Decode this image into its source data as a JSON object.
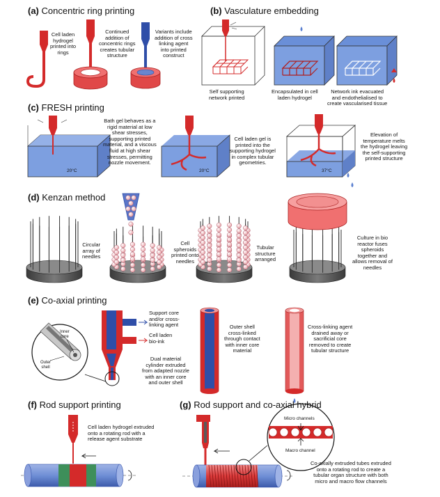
{
  "panels": {
    "a": {
      "label": "(a)",
      "title": "Concentric ring printing",
      "captions": [
        [
          "Cell laden",
          "hydrogel",
          "printed into",
          "rings"
        ],
        [
          "Continued",
          "addition of",
          "concentric rings",
          "creates tubular",
          "structure"
        ],
        [
          "Variants include",
          "addition of cross",
          "linking agent",
          "into printed",
          "construct"
        ]
      ]
    },
    "b": {
      "label": "(b)",
      "title": "Vasculature embedding",
      "captions": [
        [
          "Self supporting",
          "network printed"
        ],
        [
          "Encapsulated in cell",
          "laden hydrogel"
        ],
        [
          "Network ink evacuated",
          "and endothelialised to",
          "create vascularised tissue"
        ]
      ]
    },
    "c": {
      "label": "(c)",
      "title": "FRESH  printing",
      "captions": [
        [
          "Bath gel behaves as a",
          "rigid material at low",
          "shear stresses,",
          "supporting printed",
          "material, and a viscous",
          "fluid at high shear",
          "stresses, permitting",
          "nozzle movement."
        ],
        [
          "Cell laden gel is",
          "printed into the",
          "supporting hydrogel",
          "in complex tubular",
          "geometries."
        ],
        [
          "Elevation of",
          "temperature melts",
          "the hydrogel leaving",
          "the self-supporting",
          "printed structure"
        ]
      ],
      "temps": [
        "20°C",
        "20°C",
        "37°C"
      ]
    },
    "d": {
      "label": "(d)",
      "title": "Kenzan method",
      "captions": [
        [
          "Circular",
          "array of",
          "needles"
        ],
        [
          "Cell",
          "spheroids",
          "printed onto",
          "needles"
        ],
        [
          "Tubular",
          "structure",
          "arranged"
        ],
        [
          "Culture in bio",
          "reactor fuses",
          "spheroids",
          "together and",
          "allows removal of",
          "needles"
        ]
      ]
    },
    "e": {
      "label": "(e)",
      "title": "Co-axial printing",
      "captions": [
        [
          "Support core",
          "and/or cross-",
          "linking agent"
        ],
        [
          "Cell laden",
          "bio-ink"
        ],
        [
          "Dual material",
          "cylinder extruded",
          "from adapted nozzle",
          "with an inner core",
          "and outer shell"
        ],
        [
          "Outer shell",
          "cross-linked",
          "through contact",
          "with inner core",
          "material"
        ],
        [
          "Cross-linking agent",
          "drained away or",
          "sacrificial core",
          "removed to create",
          "tubular structure"
        ]
      ],
      "inset_labels": [
        "Inner",
        "core",
        "Outer",
        "shell"
      ]
    },
    "f": {
      "label": "(f)",
      "title": "Rod support printing",
      "captions": [
        [
          "Cell laden hydrogel extruded",
          "onto a rotating rod with a",
          "release agent substrate"
        ]
      ]
    },
    "g": {
      "label": "(g)",
      "title": "Rod support and co-axial hybrid",
      "captions": [
        [
          "Co-axially extruded tubes extruded",
          "onto a rotating rod to create a",
          "tubular organ structure with both",
          "micro and macro flow channels"
        ]
      ],
      "inset_labels": [
        "Micro channels",
        "Macro channel"
      ]
    }
  },
  "colors": {
    "red": "#d42a2a",
    "light_red": "#f29a9a",
    "blue": "#2f4ea8",
    "bath_blue": "#7d9fe0",
    "grey": "#5a5a5a"
  }
}
